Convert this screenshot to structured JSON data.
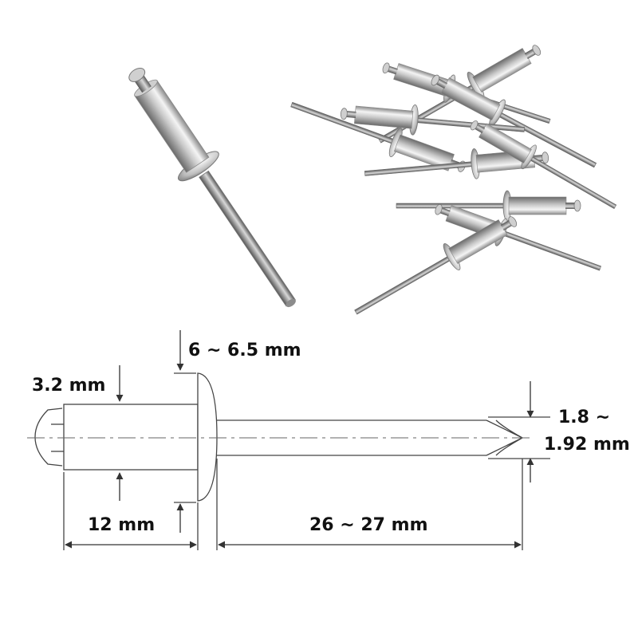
{
  "dimensions": {
    "head_diameter": "6 ~ 6.5 mm",
    "body_diameter": "3.2 mm",
    "body_length": "12 mm",
    "mandrel_length": "26 ~ 27 mm",
    "mandrel_diameter_line1": "1.8 ~",
    "mandrel_diameter_line2": "1.92 mm"
  },
  "colors": {
    "metal_light": "#eeeeee",
    "metal_mid": "#b5b5b5",
    "metal_dark": "#6f6f6f",
    "line": "#444444",
    "text": "#111111"
  }
}
